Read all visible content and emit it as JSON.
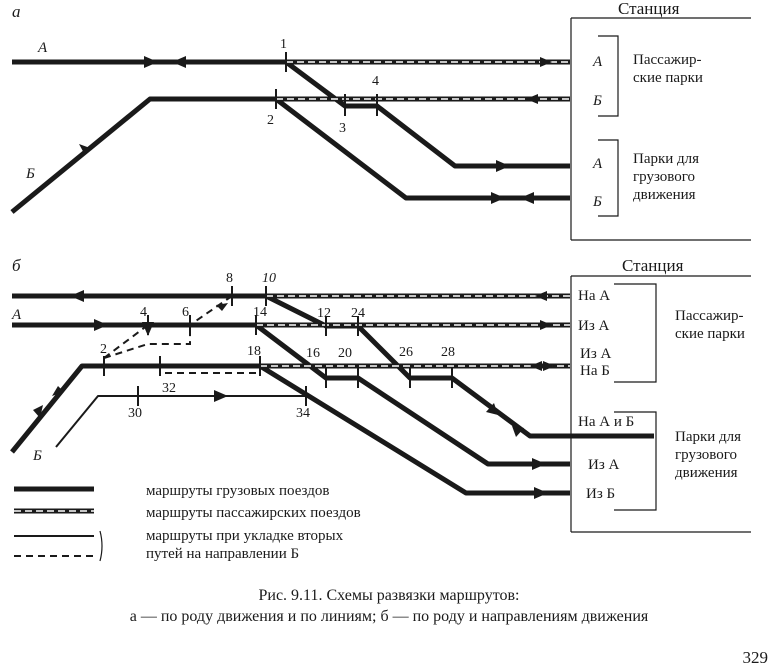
{
  "diagram_a": {
    "letter": "а",
    "station_label": "Станция",
    "line_a": "А",
    "line_b": "Б",
    "points": [
      "1",
      "2",
      "3",
      "4"
    ],
    "passenger_parks_label": [
      "Пассажир-",
      "ские парки"
    ],
    "freight_parks_label": [
      "Парки для",
      "грузового",
      "движения"
    ],
    "passenger_a": "А",
    "passenger_b": "Б",
    "freight_a": "А",
    "freight_b": "Б"
  },
  "diagram_b": {
    "letter": "б",
    "station_label": "Станция",
    "line_a": "А",
    "line_b": "Б",
    "points": [
      "8",
      "10",
      "4",
      "6",
      "14",
      "12",
      "24",
      "2",
      "18",
      "16",
      "20",
      "26",
      "28",
      "32",
      "30",
      "34"
    ],
    "passenger_parks_label": [
      "Пассажир-",
      "ские парки"
    ],
    "freight_parks_label": [
      "Парки для",
      "грузового",
      "движения"
    ],
    "na_a": "На А",
    "iz_a": "Из А",
    "iz_a2": "Из А",
    "na_b": "На Б",
    "na_a_i_b": "На А и Б",
    "iz_a_freight": "Из А",
    "iz_b_freight": "Из Б"
  },
  "legend": {
    "freight": "маршруты грузовых поездов",
    "passenger": "маршруты пассажирских поездов",
    "second_track_1": "маршруты при укладке вторых",
    "second_track_2": "путей на направлении Б"
  },
  "caption": {
    "line1": "Рис. 9.11. Схемы развязки маршрутов:",
    "line2": "а — по роду движения и по линиям; б — по роду и направлениям движения"
  },
  "page_number": "329"
}
